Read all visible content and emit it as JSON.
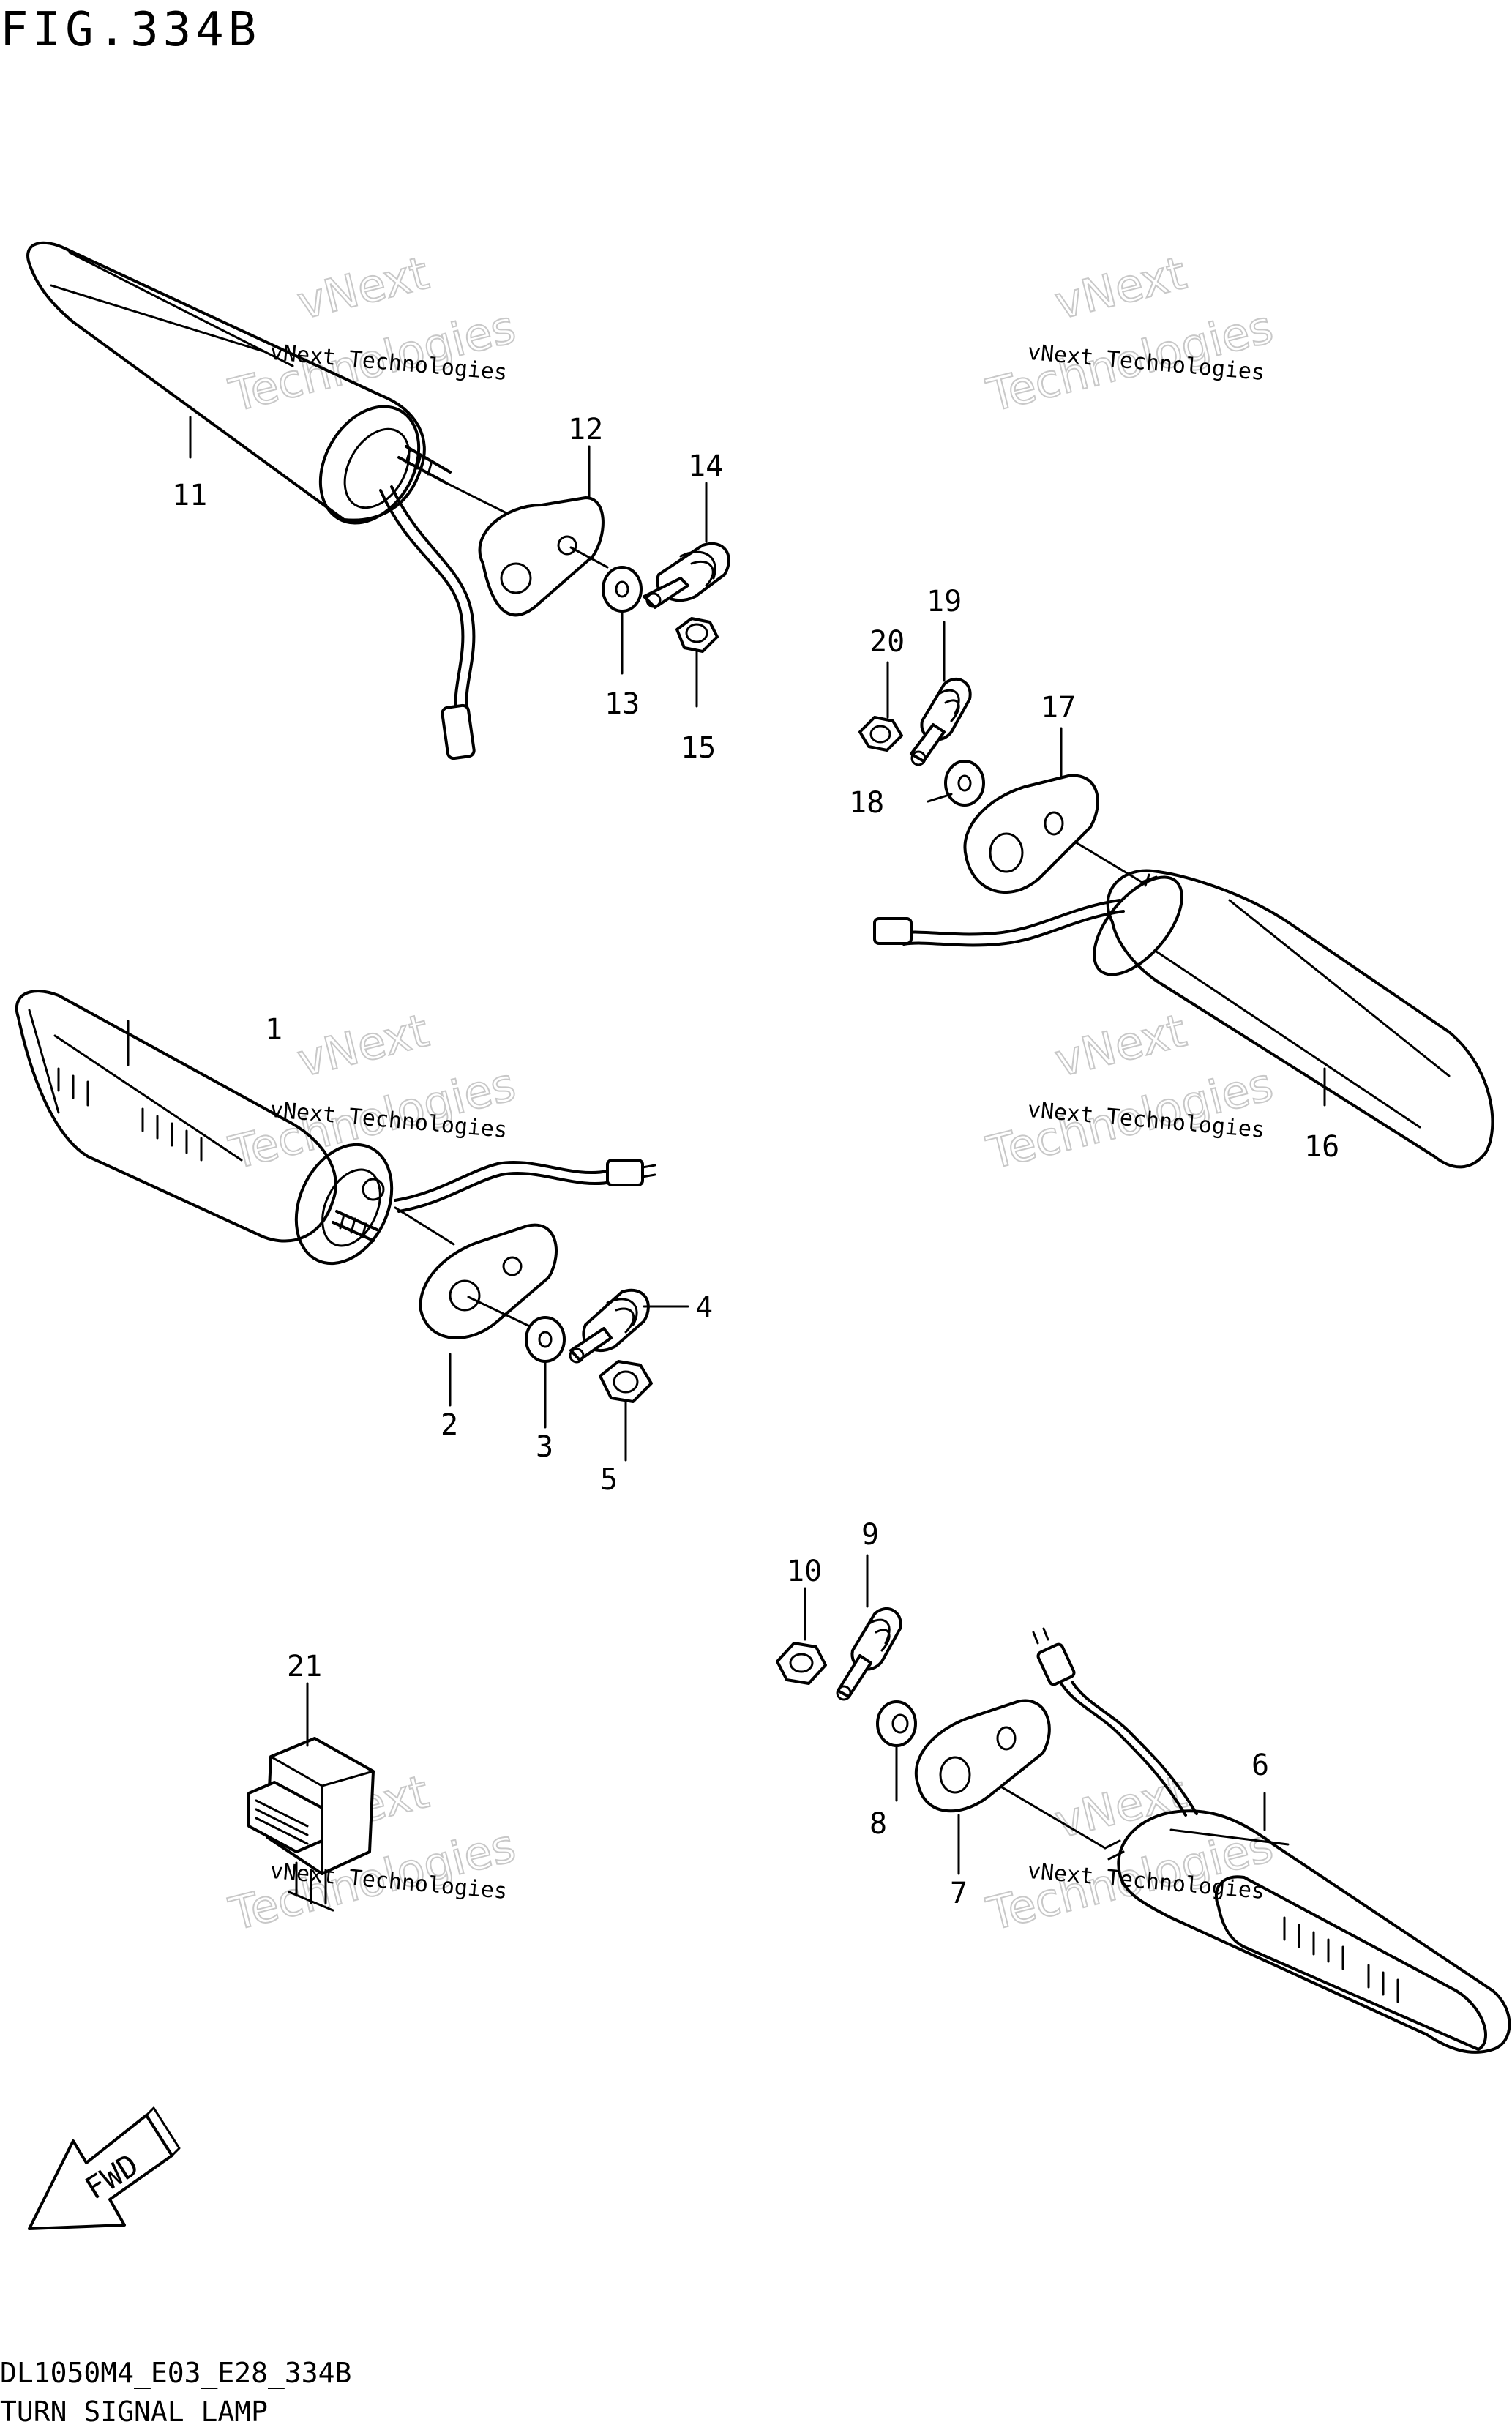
{
  "figure": {
    "title": "FIG.334B",
    "code": "DL1050M4_E03_E28_334B",
    "name": "TURN SIGNAL LAMP"
  },
  "watermark": {
    "line1": "vNext Technologies",
    "line2": "vNext",
    "line3": "Technologies"
  },
  "fwd_label": "FWD",
  "parts": [
    {
      "id": "1",
      "label": "1"
    },
    {
      "id": "2",
      "label": "2"
    },
    {
      "id": "3",
      "label": "3"
    },
    {
      "id": "4",
      "label": "4"
    },
    {
      "id": "5",
      "label": "5"
    },
    {
      "id": "6",
      "label": "6"
    },
    {
      "id": "7",
      "label": "7"
    },
    {
      "id": "8",
      "label": "8"
    },
    {
      "id": "9",
      "label": "9"
    },
    {
      "id": "10",
      "label": "10"
    },
    {
      "id": "11",
      "label": "11"
    },
    {
      "id": "12",
      "label": "12"
    },
    {
      "id": "13",
      "label": "13"
    },
    {
      "id": "14",
      "label": "14"
    },
    {
      "id": "15",
      "label": "15"
    },
    {
      "id": "16",
      "label": "16"
    },
    {
      "id": "17",
      "label": "17"
    },
    {
      "id": "18",
      "label": "18"
    },
    {
      "id": "19",
      "label": "19"
    },
    {
      "id": "20",
      "label": "20"
    },
    {
      "id": "21",
      "label": "21"
    }
  ]
}
